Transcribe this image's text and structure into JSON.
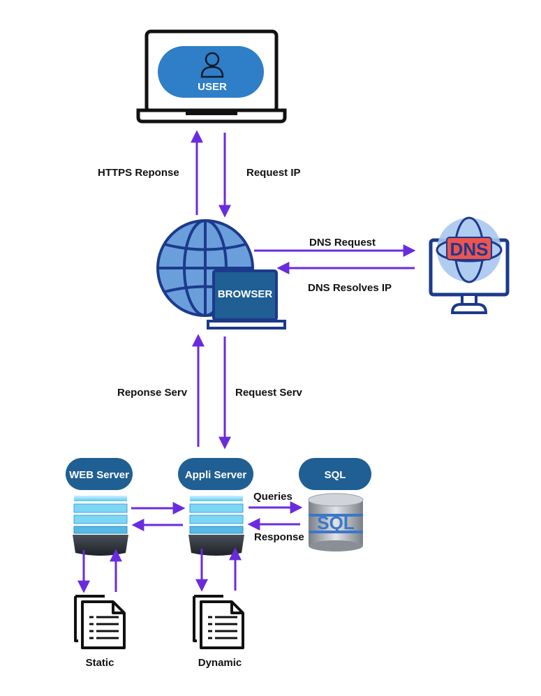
{
  "nodes": {
    "user": "USER",
    "browser": "BROWSER",
    "dns_icon": "DNS",
    "web_server": "WEB Server",
    "appli_server": "Appli Server",
    "sql": "SQL",
    "sql_icon": "SQL",
    "static": "Static",
    "dynamic": "Dynamic"
  },
  "edges": {
    "https_response": "HTTPS Reponse",
    "request_ip": "Request IP",
    "dns_request": "DNS Request",
    "dns_resolves": "DNS Resolves IP",
    "reponse_serv": "Reponse Serv",
    "request_serv": "Request Serv",
    "queries": "Queries",
    "response": "Response"
  },
  "colors": {
    "arrow": "#6a2be0",
    "pill": "#1f5f93",
    "globe": "#6a9fdc",
    "outline": "#111111",
    "navy": "#1c3a8c",
    "dns_red": "#ef5350"
  },
  "icons": [
    "laptop-icon",
    "user-icon",
    "globe-icon",
    "monitor-icon",
    "dns-monitor-icon",
    "server-stack-icon",
    "database-icon",
    "document-icon"
  ]
}
